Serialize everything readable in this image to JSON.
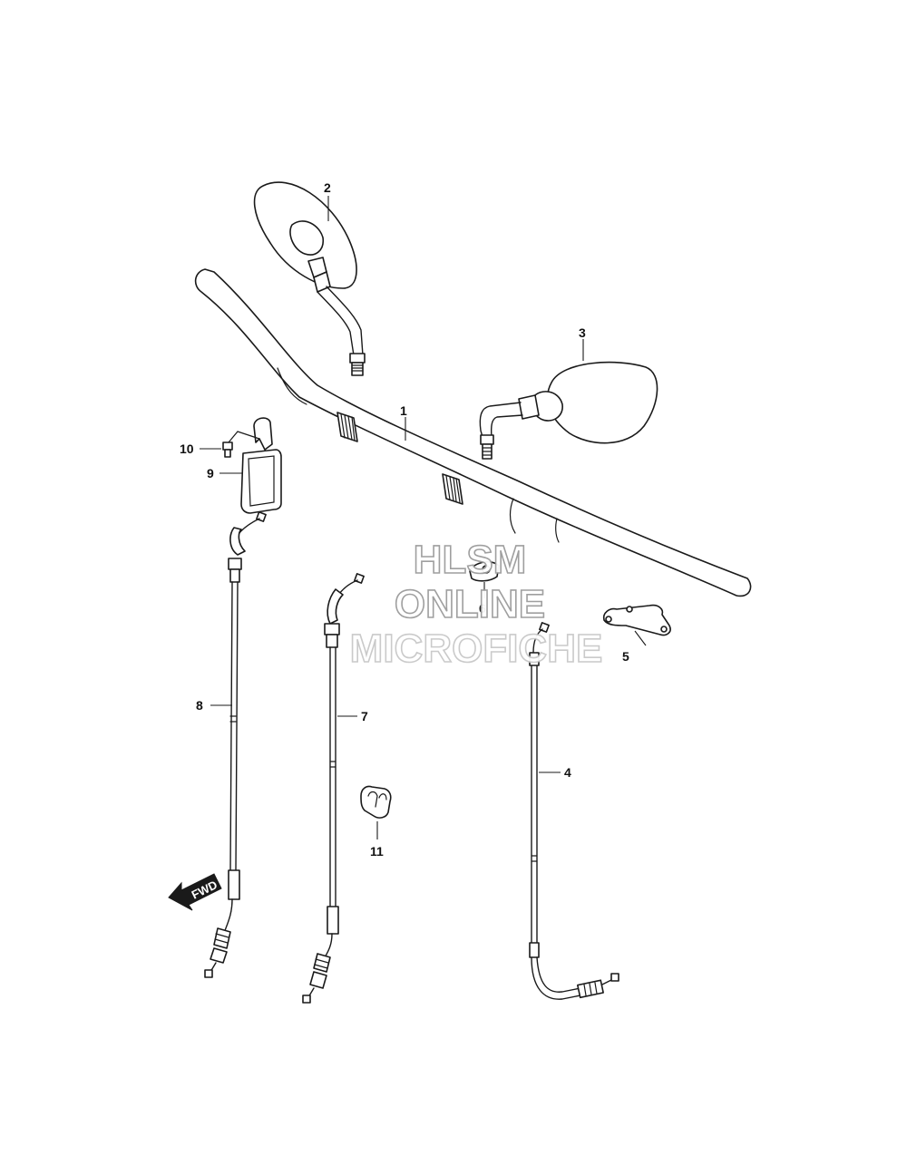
{
  "callouts": {
    "p1": "1",
    "p2": "2",
    "p3": "3",
    "p4": "4",
    "p5": "5",
    "p6": "6",
    "p7": "7",
    "p8": "8",
    "p9": "9",
    "p10": "10",
    "p11": "11"
  },
  "watermark": {
    "line1": "HLSM",
    "line2": "ONLINE",
    "line3": "MICROFICHE"
  },
  "fwd_arrow": {
    "label": "FWD"
  },
  "colors": {
    "line": "#1a1a1a",
    "watermark_outline": "#9a9a9a",
    "background": "#ffffff"
  }
}
